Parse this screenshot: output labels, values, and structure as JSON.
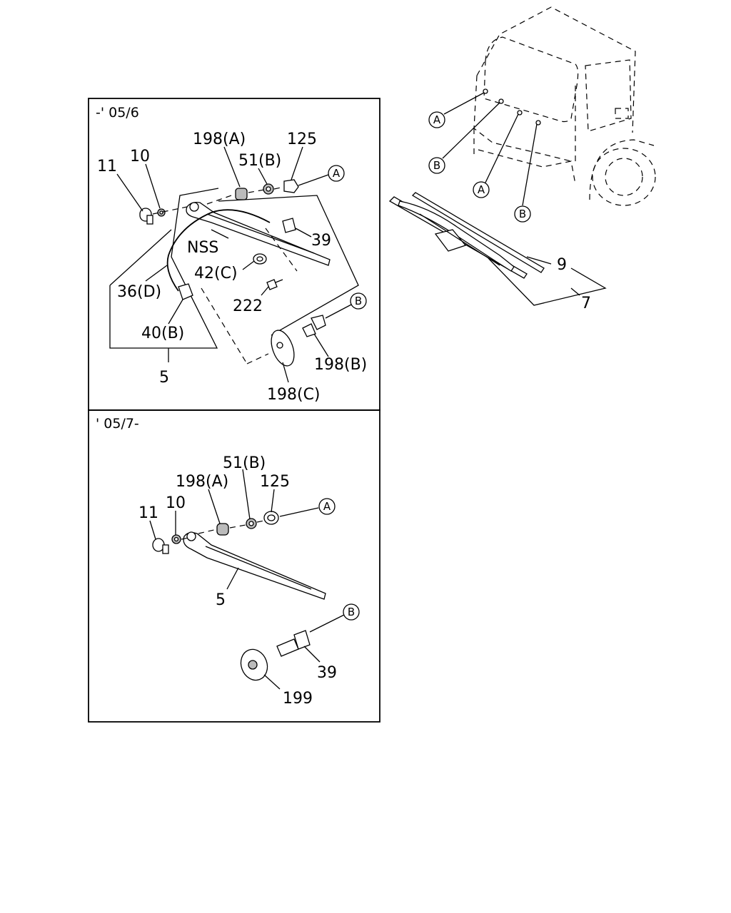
{
  "panels": {
    "top": {
      "period": "-' 05/6"
    },
    "bottom": {
      "period": "' 05/7-"
    }
  },
  "top_labels": {
    "p198a": "198(A)",
    "p125": "125",
    "p51b": "51(B)",
    "p11": "11",
    "p10": "10",
    "p39": "39",
    "nss": "NSS",
    "p42c": "42(C)",
    "p36d": "36(D)",
    "p222": "222",
    "p40b": "40(B)",
    "p5": "5",
    "p198b": "198(B)",
    "p198c": "198(C)",
    "ref_a": "A",
    "ref_b": "B"
  },
  "bottom_labels": {
    "p51b": "51(B)",
    "p198a": "198(A)",
    "p125": "125",
    "p11": "11",
    "p10": "10",
    "p5": "5",
    "p39": "39",
    "p199": "199",
    "ref_a": "A",
    "ref_b": "B"
  },
  "cab_labels": {
    "ref_a1": "A",
    "ref_b1": "B",
    "ref_a2": "A",
    "ref_b2": "B",
    "p9": "9",
    "p7": "7"
  }
}
